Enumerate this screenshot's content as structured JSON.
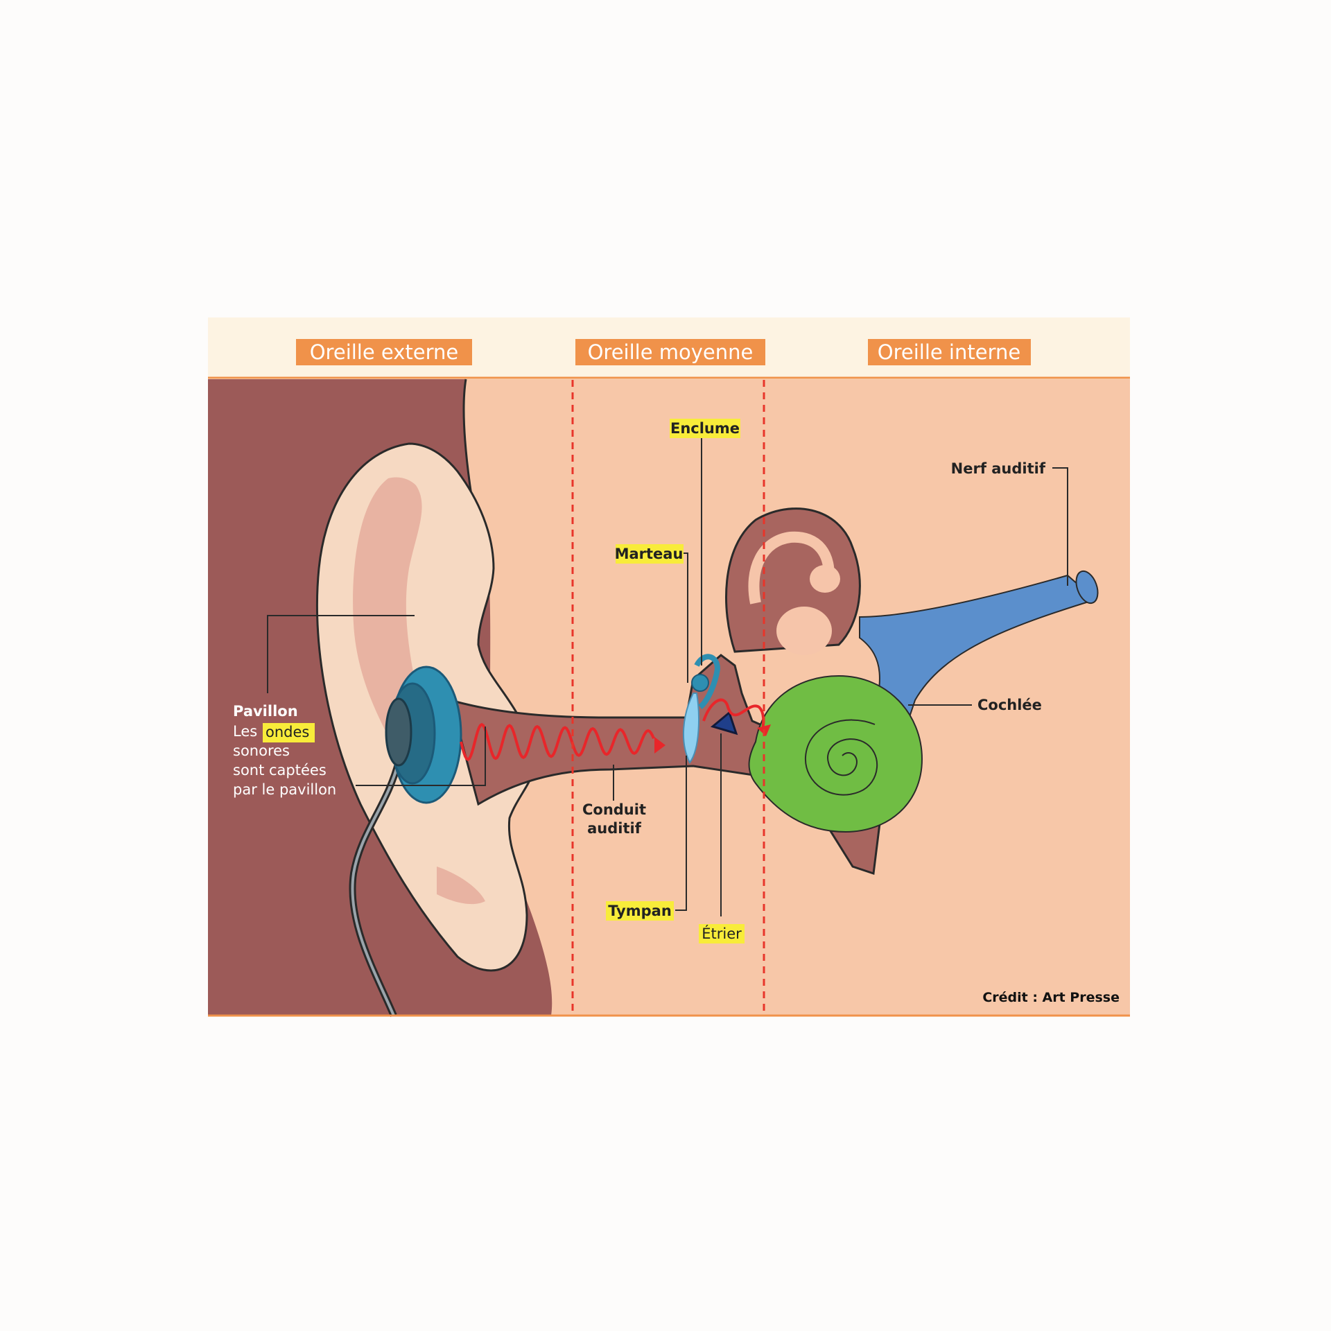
{
  "sections": {
    "outer": "Oreille externe",
    "middle": "Oreille moyenne",
    "inner": "Oreille interne"
  },
  "labels": {
    "enclume": "Enclume",
    "nerf": "Nerf auditif",
    "marteau": "Marteau",
    "cochlee": "Cochlée",
    "pavillon_title": "Pavillon",
    "pavillon_line1_a": "Les",
    "pavillon_line1_b": "ondes",
    "pavillon_line2": "sonores",
    "pavillon_line3": "sont captées",
    "pavillon_line4": "par le pavillon",
    "conduit_line1": "Conduit",
    "conduit_line2": "auditif",
    "tympan": "Tympan",
    "etrier": "Étrier"
  },
  "credit": "Crédit : Art Presse",
  "colors": {
    "header_bg": "#fdf3e2",
    "header_tag": "#f0924a",
    "divider": "#e8352a",
    "skin_dark": "#9c5a58",
    "skin_light": "#f7c7a8",
    "ear": "#f6d9c2",
    "canal": "#a8655f",
    "wave": "#e8262a",
    "headphone": "#2e8fb1",
    "cochlea": "#70bd44",
    "nerve": "#5b8fcc",
    "highlight": "#f8ec3a"
  }
}
